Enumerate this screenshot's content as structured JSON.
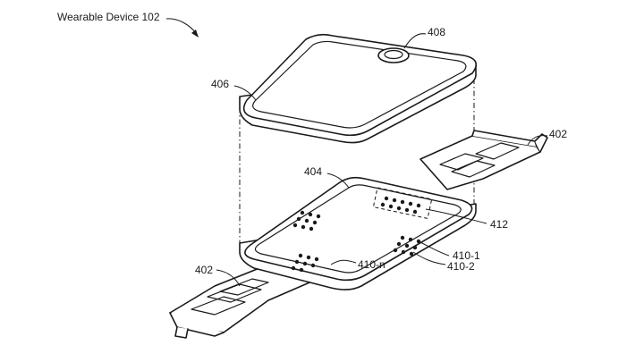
{
  "figure": {
    "title": "Wearable Device 102",
    "labels": {
      "band_top": "402",
      "band_bottom": "402",
      "body": "404",
      "cover": "406",
      "button": "408",
      "sensor_1": "410-1",
      "sensor_2": "410-2",
      "sensor_n": "410-n",
      "sensor_group": "412"
    }
  }
}
